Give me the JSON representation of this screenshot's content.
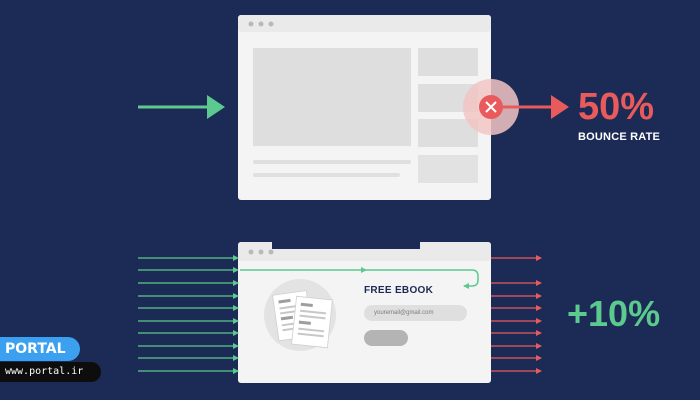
{
  "top_panel": {
    "bounce_value": "50%",
    "bounce_label": "BOUNCE RATE"
  },
  "bottom_panel": {
    "ebook_title": "FREE EBOOK",
    "email_placeholder": "youremail@gmail.com",
    "gain_value": "+10%"
  },
  "brand": {
    "name": "PORTAL",
    "url": "www.portal.ir"
  },
  "colors": {
    "background": "#1b2b55",
    "green_arrow": "#5cc98e",
    "red_arrow": "#e95a5c",
    "browser_frame": "#f4f4f4",
    "placeholder_block": "#dedede"
  }
}
